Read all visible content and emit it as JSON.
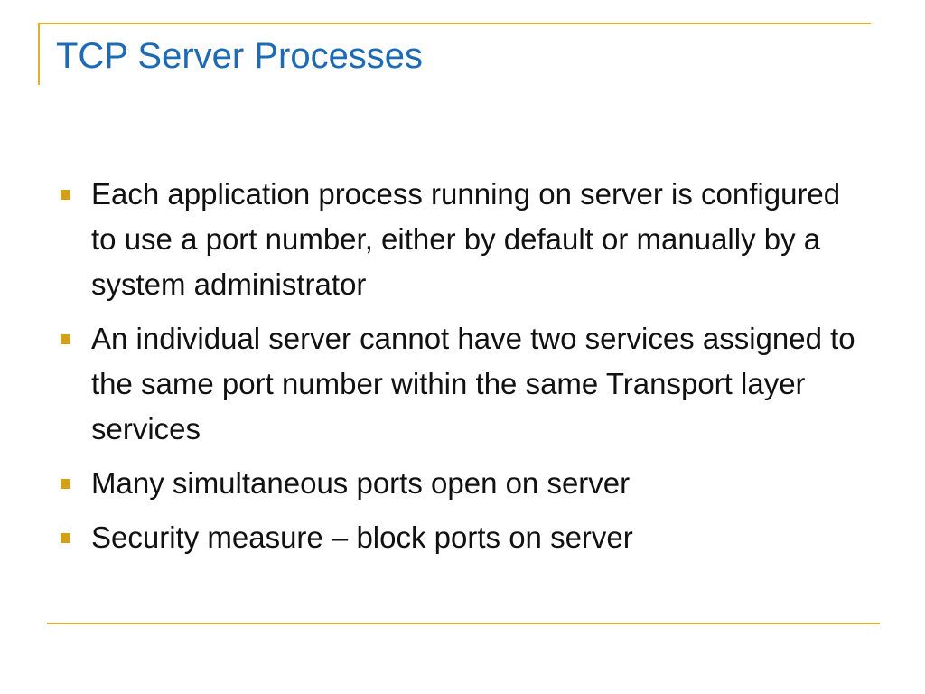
{
  "slide": {
    "title": "TCP Server Processes",
    "accent_color": "#e0b030",
    "title_color": "#1e6bb5",
    "bullet_color": "#d4a017",
    "bullets": [
      "Each application process running on server is configured to use a port number, either by default or manually by a system administrator",
      "An individual server cannot have two services assigned to the same port number within the same Transport layer services",
      "Many simultaneous ports open on server",
      "Security measure – block ports on server"
    ]
  }
}
